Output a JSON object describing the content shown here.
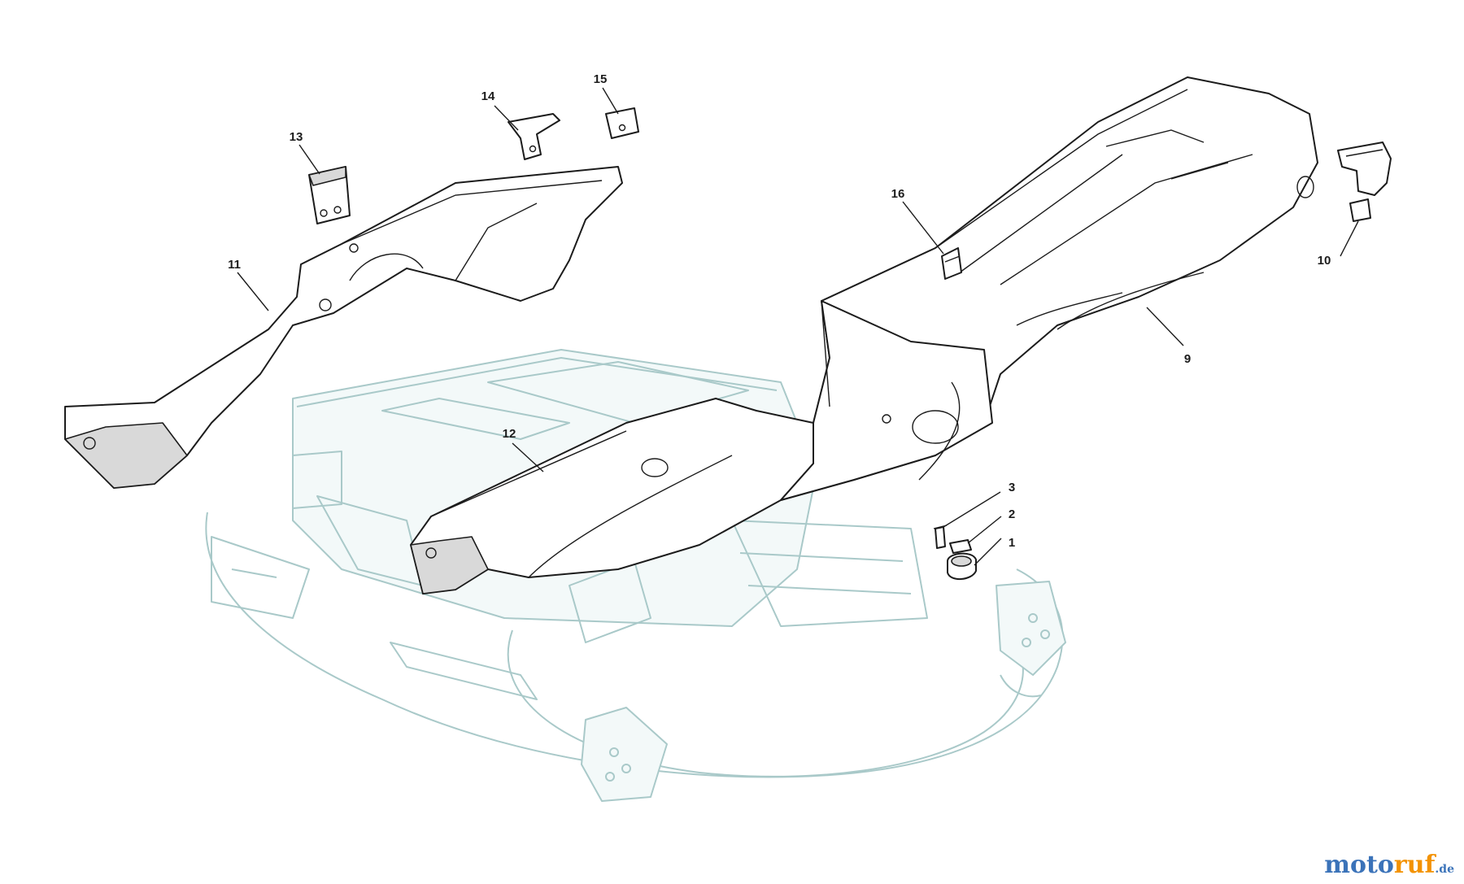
{
  "callouts": {
    "c1": "1",
    "c2": "2",
    "c3": "3",
    "c9": "9",
    "c10": "10",
    "c11": "11",
    "c12": "12",
    "c13": "13",
    "c14": "14",
    "c15": "15",
    "c16": "16"
  },
  "watermark": {
    "part1": "moto",
    "part2": "ruf",
    "part3": ".de"
  },
  "colors": {
    "ghost_deck": "#a9c9c9",
    "part_outline": "#1c1c1c",
    "watermark_blue": "#3b73b9",
    "watermark_orange": "#f39200"
  }
}
